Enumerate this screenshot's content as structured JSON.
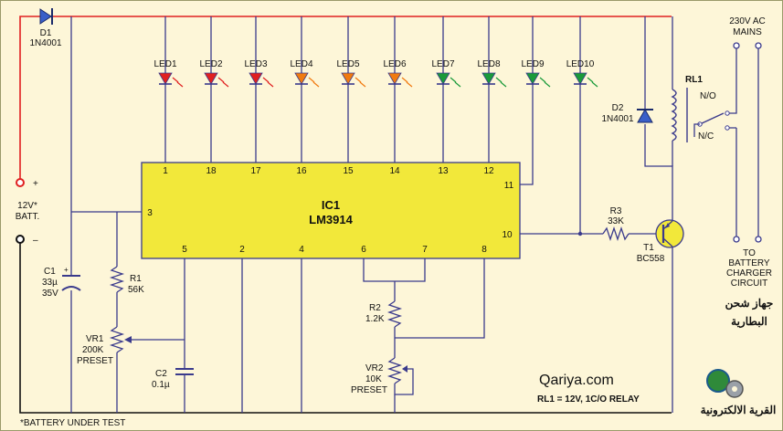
{
  "ic": {
    "name": "IC1",
    "part": "LM3914",
    "pins": {
      "p1": "1",
      "p18": "18",
      "p17": "17",
      "p16": "16",
      "p15": "15",
      "p14": "14",
      "p13": "13",
      "p12": "12",
      "p11": "11",
      "p3": "3",
      "p10": "10",
      "p5": "5",
      "p2": "2",
      "p4": "4",
      "p6": "6",
      "p7": "7",
      "p8": "8"
    }
  },
  "leds": [
    {
      "label": "LED1",
      "color": "#e02020"
    },
    {
      "label": "LED2",
      "color": "#e02020"
    },
    {
      "label": "LED3",
      "color": "#e02020"
    },
    {
      "label": "LED4",
      "color": "#f07a10"
    },
    {
      "label": "LED5",
      "color": "#f07a10"
    },
    {
      "label": "LED6",
      "color": "#f07a10"
    },
    {
      "label": "LED7",
      "color": "#1a9a3a"
    },
    {
      "label": "LED8",
      "color": "#1a9a3a"
    },
    {
      "label": "LED9",
      "color": "#1a9a3a"
    },
    {
      "label": "LED10",
      "color": "#1a9a3a"
    }
  ],
  "components": {
    "d1": {
      "name": "D1",
      "part": "1N4001"
    },
    "d2": {
      "name": "D2",
      "part": "1N4001"
    },
    "c1": {
      "name": "C1",
      "value1": "33µ",
      "value2": "35V"
    },
    "r1": {
      "name": "R1",
      "value": "56K"
    },
    "vr1": {
      "name": "VR1",
      "value": "200K",
      "type": "PRESET"
    },
    "c2": {
      "name": "C2",
      "value": "0.1µ"
    },
    "r2": {
      "name": "R2",
      "value": "1.2K"
    },
    "vr2": {
      "name": "VR2",
      "value": "10K",
      "type": "PRESET"
    },
    "r3": {
      "name": "R3",
      "value": "33K"
    },
    "t1": {
      "name": "T1",
      "part": "BC558"
    },
    "rl1": {
      "name": "RL1",
      "no": "N/O",
      "nc": "N/C"
    }
  },
  "battery": {
    "plus": "+",
    "minus": "–",
    "label1": "12V*",
    "label2": "BATT."
  },
  "mains": {
    "line1": "230V AC",
    "line2": "MAINS"
  },
  "charger": {
    "line1": "TO",
    "line2": "BATTERY",
    "line3": "CHARGER",
    "line4": "CIRCUIT"
  },
  "arabic": {
    "line1": "جهاز شحن",
    "line2": "البطارية"
  },
  "footnote": "*BATTERY UNDER TEST",
  "relay_note": "RL1 = 12V, 1C/O RELAY",
  "brand": {
    "site": "Qariya.com",
    "arabic": "القرية الالكترونية"
  },
  "colors": {
    "ic_fill": "#f2e83a",
    "supply_wire": "#e02020",
    "ground_wire": "#111111",
    "wire": "#3a3a8c",
    "background": "#fdf6d8"
  }
}
